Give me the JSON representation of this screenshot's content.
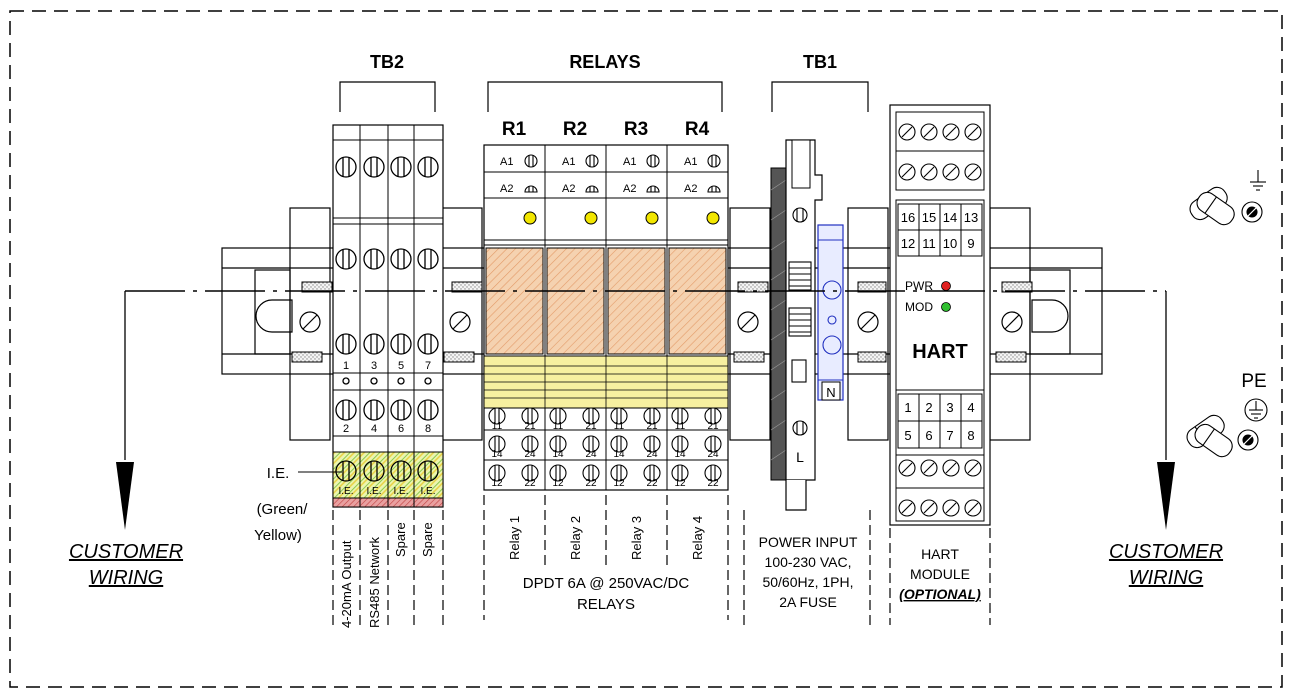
{
  "headers": {
    "tb2": "TB2",
    "relays": "RELAYS",
    "tb1": "TB1"
  },
  "relays": [
    {
      "id": "R1",
      "label": "Relay 1"
    },
    {
      "id": "R2",
      "label": "Relay 2"
    },
    {
      "id": "R3",
      "label": "Relay 3"
    },
    {
      "id": "R4",
      "label": "Relay 4"
    }
  ],
  "relay_coil_terminals": [
    "A1",
    "A2"
  ],
  "relay_contact_terminals": [
    [
      "11",
      "21"
    ],
    [
      "14",
      "24"
    ],
    [
      "12",
      "22"
    ]
  ],
  "tb2": {
    "top_numbers": [
      "1",
      "3",
      "5",
      "7"
    ],
    "bottom_numbers": [
      "2",
      "4",
      "6",
      "8"
    ],
    "ie_tag": "I.E.",
    "functions": [
      "4-20mA Output",
      "RS485 Network",
      "Spare",
      "Spare"
    ]
  },
  "ie_label": {
    "line1": "I.E.",
    "line2": "(Green/",
    "line3": "Yellow)"
  },
  "relays_caption": {
    "line1": "DPDT 6A @ 250VAC/DC",
    "line2": "RELAYS"
  },
  "tb1": {
    "terminal_n": "N",
    "terminal_l": "L",
    "caption": [
      "POWER INPUT",
      "100-230 VAC,",
      "50/60Hz, 1PH,",
      "2A FUSE"
    ]
  },
  "hart": {
    "top_numbers_row1": [
      "16",
      "15",
      "14",
      "13"
    ],
    "top_numbers_row2": [
      "12",
      "11",
      "10",
      "9"
    ],
    "pwr_label": "PWR",
    "mod_label": "MOD",
    "title": "HART",
    "bottom_numbers_row1": [
      "1",
      "2",
      "3",
      "4"
    ],
    "bottom_numbers_row2": [
      "5",
      "6",
      "7",
      "8"
    ],
    "caption_line1": "HART",
    "caption_line2": "MODULE",
    "caption_line3": "(OPTIONAL)"
  },
  "customer_wiring": {
    "line1": "CUSTOMER",
    "line2": "WIRING"
  },
  "pe_label": "PE",
  "colors": {
    "led_yellow": "#f2e600",
    "led_red": "#e02020",
    "led_green": "#30c030",
    "relay_body": "#f3c9a3",
    "relay_hatch": "#e8a070",
    "neutral_blue": "#2030c0",
    "ie_green": "#c8e860",
    "ie_red": "#d05050"
  }
}
